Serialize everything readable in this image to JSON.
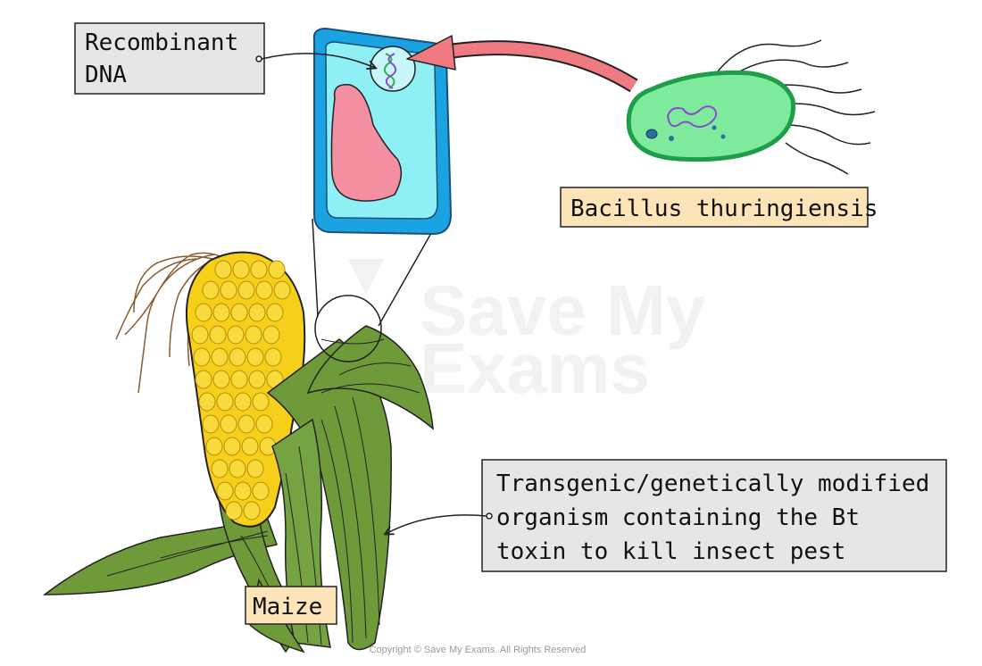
{
  "labels": {
    "recombinant_dna": [
      "Recombinant",
      "DNA"
    ],
    "bacillus": "Bacillus thuringiensis",
    "transgenic": [
      "Transgenic/genetically modified",
      "organism containing the Bt",
      "toxin to kill insect pest"
    ],
    "maize": "Maize"
  },
  "watermark": [
    "Save My",
    "Exams"
  ],
  "copyright": "Copyright © Save My Exams. All Rights Reserved",
  "colors": {
    "cell_wall": "#1aa3e0",
    "cytoplasm": "#8eeff4",
    "vacuole": "#f48fa2",
    "bacterium": "#7eea9c",
    "bacterium_edge": "#1e9e48",
    "arrow": "#f07a82",
    "leaf": "#6f9a3a",
    "kernel": "#f6cf1a",
    "silk": "#8c5a2e",
    "label_grey": "#e6e6e6",
    "label_peach": "#fde4b8"
  }
}
